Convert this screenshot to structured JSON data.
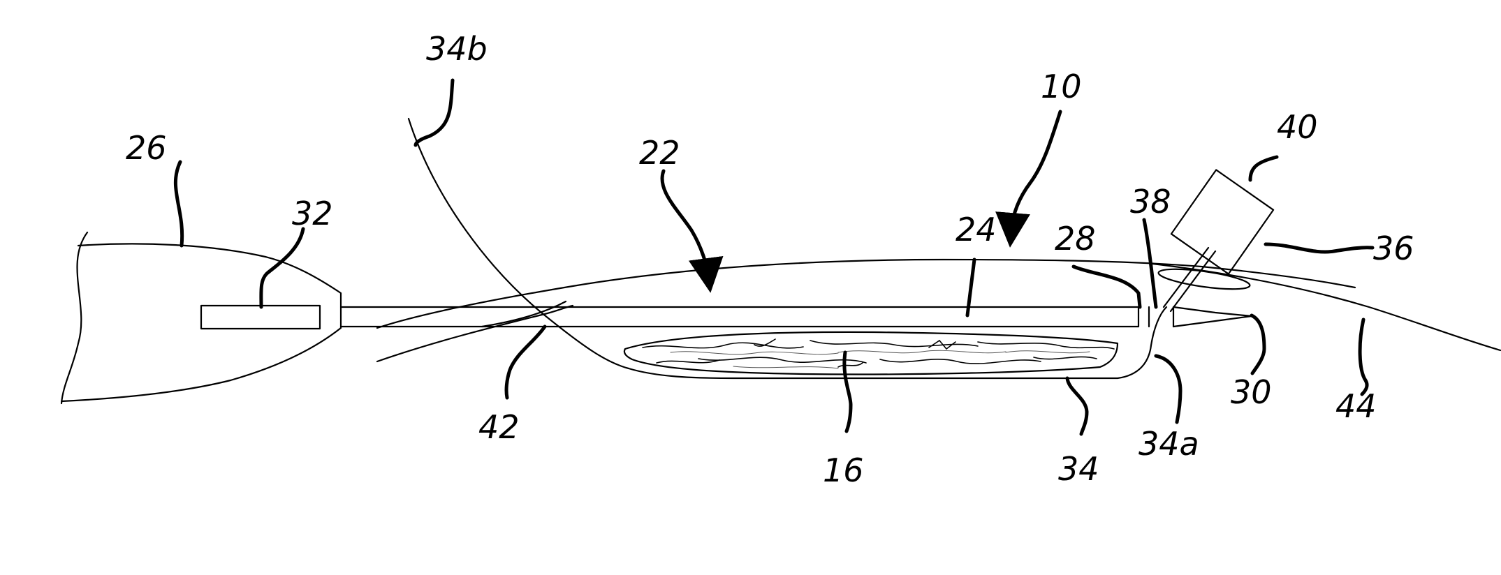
{
  "figure": {
    "labels": {
      "l10": "10",
      "l16": "16",
      "l22": "22",
      "l24": "24",
      "l26": "26",
      "l28": "28",
      "l30": "30",
      "l32": "32",
      "l34": "34",
      "l34a": "34a",
      "l34b": "34b",
      "l36": "36",
      "l38": "38",
      "l40": "40",
      "l42": "42",
      "l44": "44"
    }
  }
}
